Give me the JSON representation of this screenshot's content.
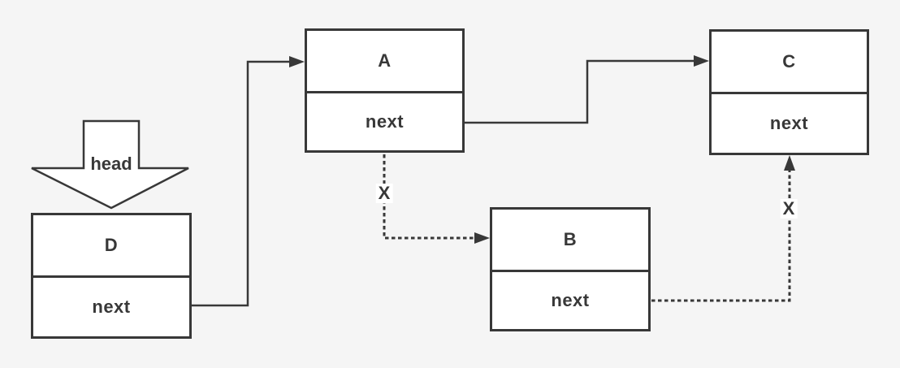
{
  "diagram": {
    "description": "Singly linked list showing node B removed: head points to D, D.next points to A, A.next points to C; former links A-to-B and B-to-C are dashed and crossed out with X marks.",
    "colors": {
      "background": "#f5f5f5",
      "stroke": "#383838",
      "node_fill": "#ffffff",
      "text": "#383838"
    },
    "head_pointer": {
      "label": "head"
    },
    "nodes": {
      "a": {
        "label": "A",
        "next_label": "next"
      },
      "b": {
        "label": "B",
        "next_label": "next"
      },
      "c": {
        "label": "C",
        "next_label": "next"
      },
      "d": {
        "label": "D",
        "next_label": "next"
      }
    },
    "solid_links": [
      {
        "from": "D.next",
        "to": "A"
      },
      {
        "from": "A.next",
        "to": "C"
      }
    ],
    "broken_links": {
      "a_to_b": {
        "from": "A.next",
        "to": "B",
        "mark": "X"
      },
      "b_to_c": {
        "from": "B.next",
        "to": "C",
        "mark": "X"
      }
    }
  }
}
